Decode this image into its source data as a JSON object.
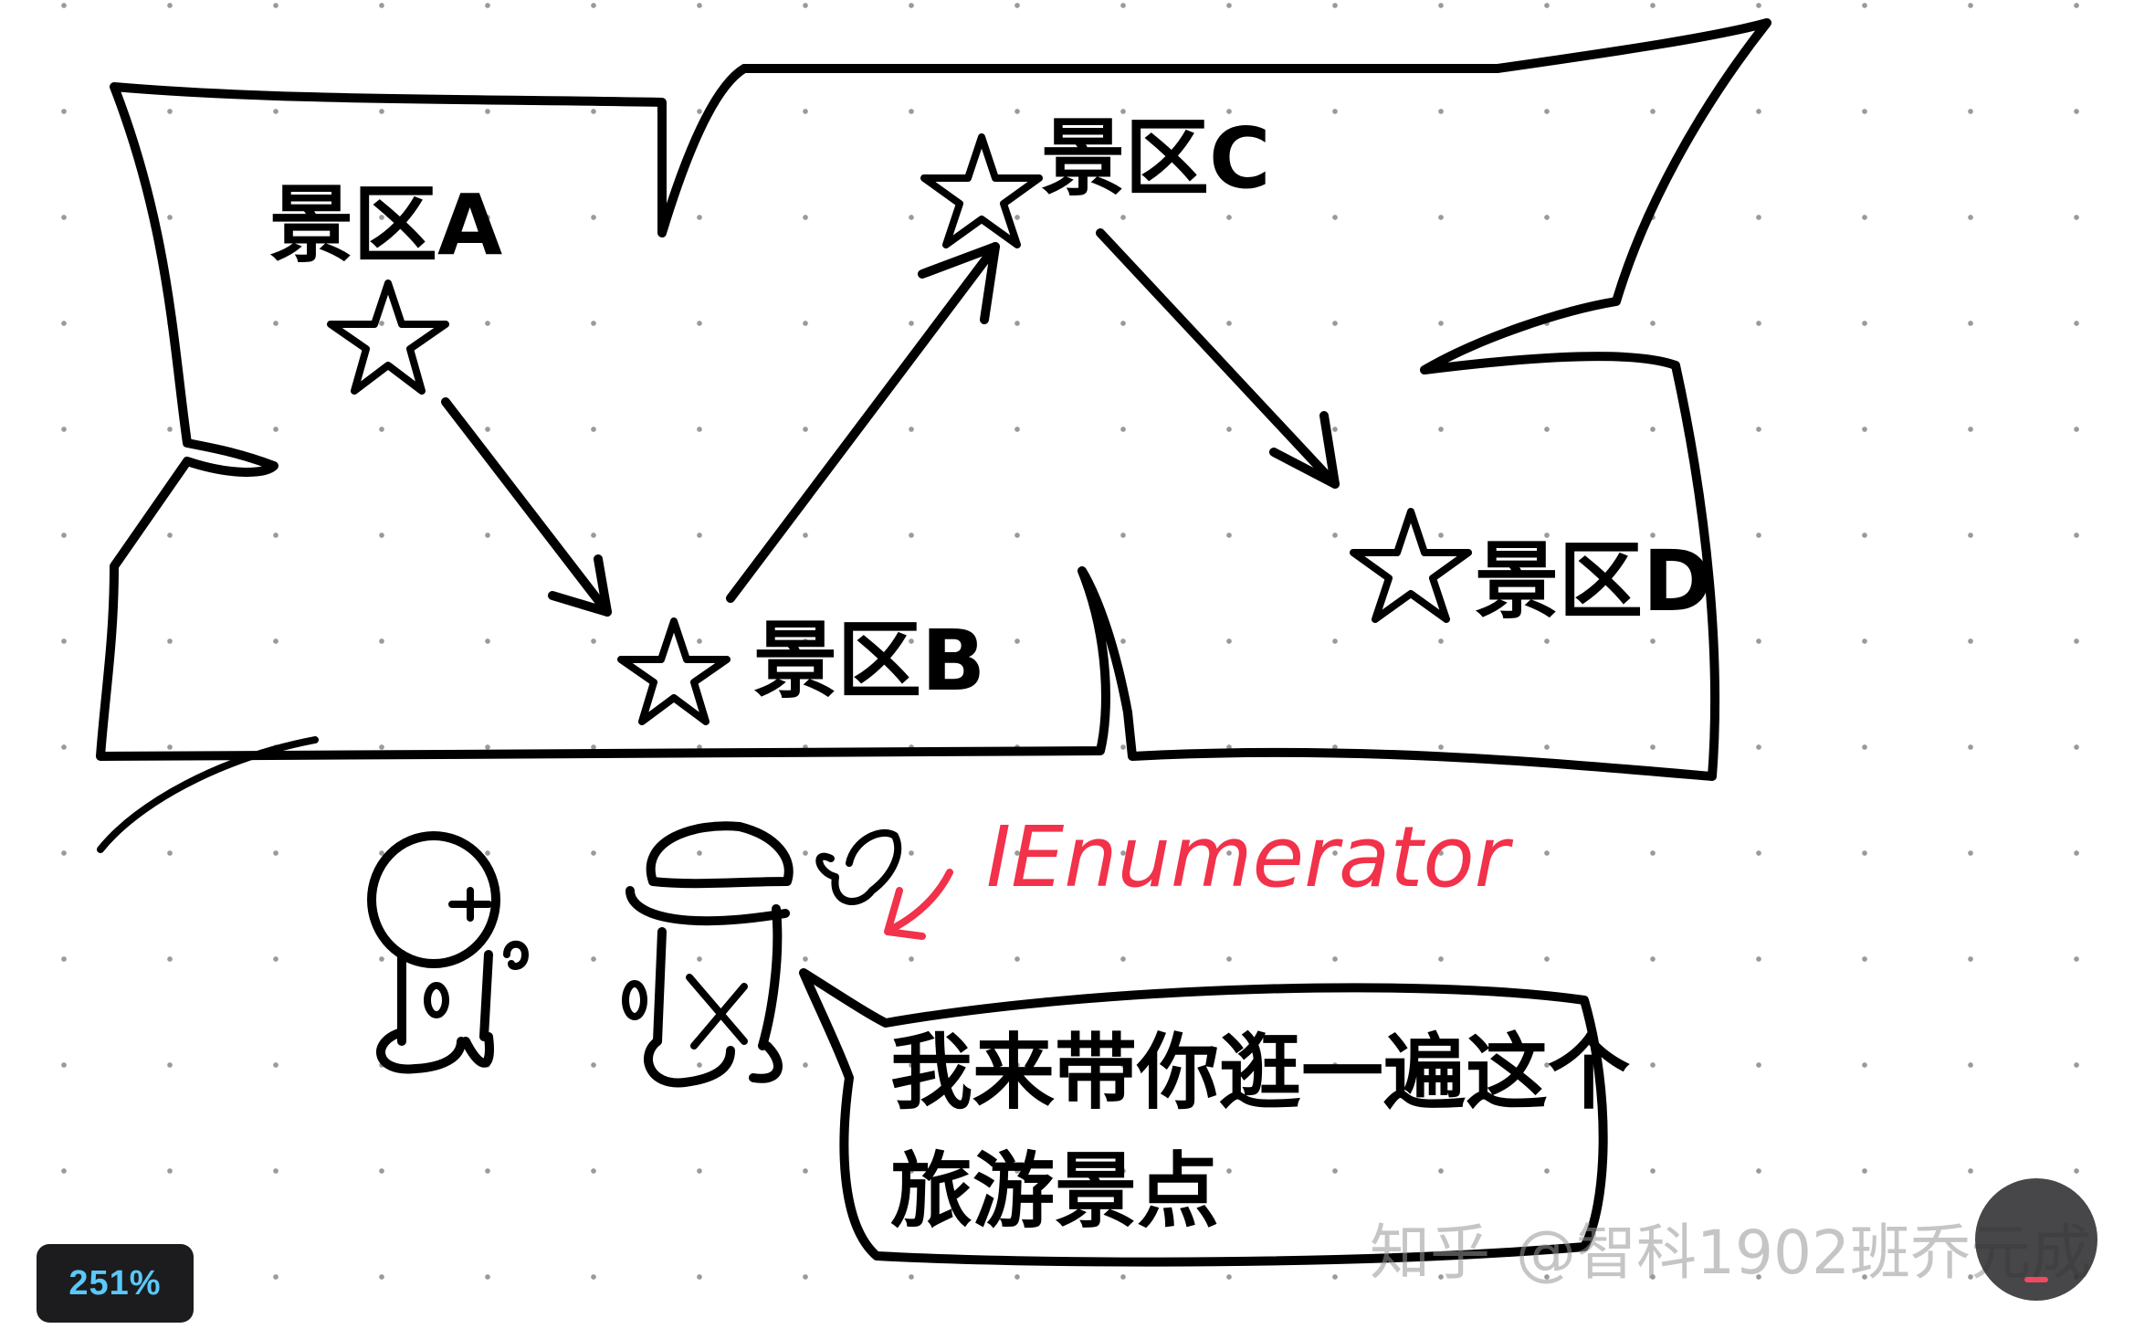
{
  "scenic_spots": [
    {
      "id": "a",
      "label": "景区A"
    },
    {
      "id": "b",
      "label": "景区B"
    },
    {
      "id": "c",
      "label": "景区C"
    },
    {
      "id": "d",
      "label": "景区D"
    }
  ],
  "annotation": {
    "label": "IEnumerator",
    "color": "#f2314a"
  },
  "speech_bubble": {
    "line1": "我来带你逛一遍这个",
    "line2": "旅游景点"
  },
  "zoom": {
    "value": "251%",
    "color": "#5ac8fa"
  },
  "watermark": {
    "site": "知乎",
    "handle": "@智科1902班乔元成"
  }
}
